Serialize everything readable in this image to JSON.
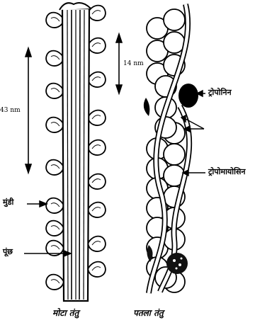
{
  "labels": {
    "dim_43": "43 nm",
    "dim_14": "14 nm",
    "head": "मुंडी",
    "tail": "पूंछ",
    "troponin": "ट्रोपोनिन",
    "tropomyosin": "ट्रोपोमायोसिन",
    "thick_filament": "मोटा तंतु",
    "thin_filament": "पतला तंतु"
  },
  "colors": {
    "ink": "#000000",
    "paper": "#ffffff"
  }
}
